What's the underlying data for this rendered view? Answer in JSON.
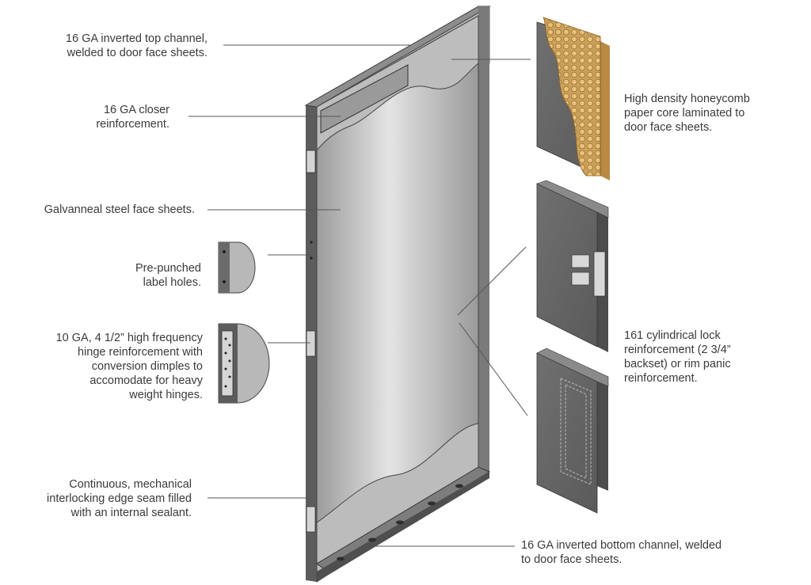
{
  "callouts": {
    "top_channel": "16 GA inverted top channel,\nwelded to door face sheets.",
    "closer": "16 GA closer\nreinforcement.",
    "face_sheets": "Galvanneal steel face sheets.",
    "label_holes": "Pre-punched\nlabel holes.",
    "hinge": "10 GA, 4 1/2” high frequency\nhinge reinforcement with\nconversion dimples to\naccomodate for heavy\nweight hinges.",
    "edge_seam": "Continuous, mechanical\ninterlocking edge seam filled\nwith an internal sealant.",
    "honeycomb": "High density honeycomb\npaper core laminated to\ndoor face sheets.",
    "lock": "161 cylindrical lock\nreinforcement (2 3/4”\nbackset) or rim panic\nreinforcement.",
    "bottom_channel": "16 GA inverted bottom channel, welded\nto door face sheets."
  },
  "colors": {
    "leader_line": "#555555",
    "steel_light": "#d6d6d6",
    "steel_mid": "#a8a8a8",
    "steel_dark": "#6e6e6e",
    "frame_edge": "#3c3c3c",
    "honeycomb": "#d9a75a"
  }
}
